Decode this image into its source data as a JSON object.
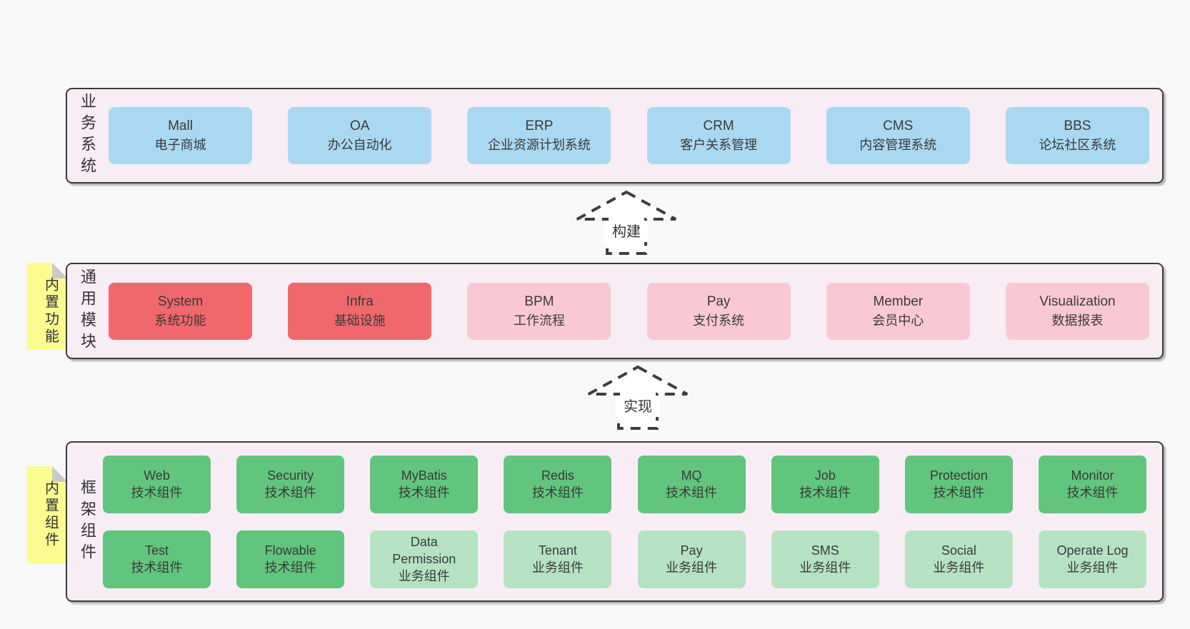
{
  "background": "#f8f8f8",
  "palette": {
    "band_background": "#f8edf5",
    "band_border": "#3b3b3b",
    "blue_box": "#a9d9f2",
    "red_box": "#f1686c",
    "pink_box": "#fac8d2",
    "green_box": "#61c57d",
    "light_green_box": "#b5e3c2",
    "note_yellow": "#fbfb90",
    "note_fold_gray": "#c9c9c9",
    "text": "#3a3a3a"
  },
  "arrows": [
    {
      "label": "构建"
    },
    {
      "label": "实现"
    }
  ],
  "bands": [
    {
      "label": "业务系统",
      "boxes": [
        {
          "title": "Mall",
          "subtitle": "电子商城"
        },
        {
          "title": "OA",
          "subtitle": "办公自动化"
        },
        {
          "title": "ERP",
          "subtitle": "企业资源计划系统"
        },
        {
          "title": "CRM",
          "subtitle": "客户关系管理"
        },
        {
          "title": "CMS",
          "subtitle": "内容管理系统"
        },
        {
          "title": "BBS",
          "subtitle": "论坛社区系统"
        }
      ]
    },
    {
      "label": "通用模块",
      "note": "内置功能",
      "boxes": [
        {
          "title": "System",
          "subtitle": "系统功能"
        },
        {
          "title": "Infra",
          "subtitle": "基础设施"
        },
        {
          "title": "BPM",
          "subtitle": "工作流程"
        },
        {
          "title": "Pay",
          "subtitle": "支付系统"
        },
        {
          "title": "Member",
          "subtitle": "会员中心"
        },
        {
          "title": "Visualization",
          "subtitle": "数据报表"
        }
      ]
    },
    {
      "label": "框架组件",
      "note": "内置组件",
      "rows": [
        [
          {
            "title": "Web",
            "subtitle": "技术组件"
          },
          {
            "title": "Security",
            "subtitle": "技术组件"
          },
          {
            "title": "MyBatis",
            "subtitle": "技术组件"
          },
          {
            "title": "Redis",
            "subtitle": "技术组件"
          },
          {
            "title": "MQ",
            "subtitle": "技术组件"
          },
          {
            "title": "Job",
            "subtitle": "技术组件"
          },
          {
            "title": "Protection",
            "subtitle": "技术组件"
          },
          {
            "title": "Monitor",
            "subtitle": "技术组件"
          }
        ],
        [
          {
            "title": "Test",
            "subtitle": "技术组件"
          },
          {
            "title": "Flowable",
            "subtitle": "技术组件"
          },
          {
            "title": "Data Permission",
            "subtitle": "业务组件"
          },
          {
            "title": "Tenant",
            "subtitle": "业务组件"
          },
          {
            "title": "Pay",
            "subtitle": "业务组件"
          },
          {
            "title": "SMS",
            "subtitle": "业务组件"
          },
          {
            "title": "Social",
            "subtitle": "业务组件"
          },
          {
            "title": "Operate Log",
            "subtitle": "业务组件"
          }
        ]
      ]
    }
  ]
}
